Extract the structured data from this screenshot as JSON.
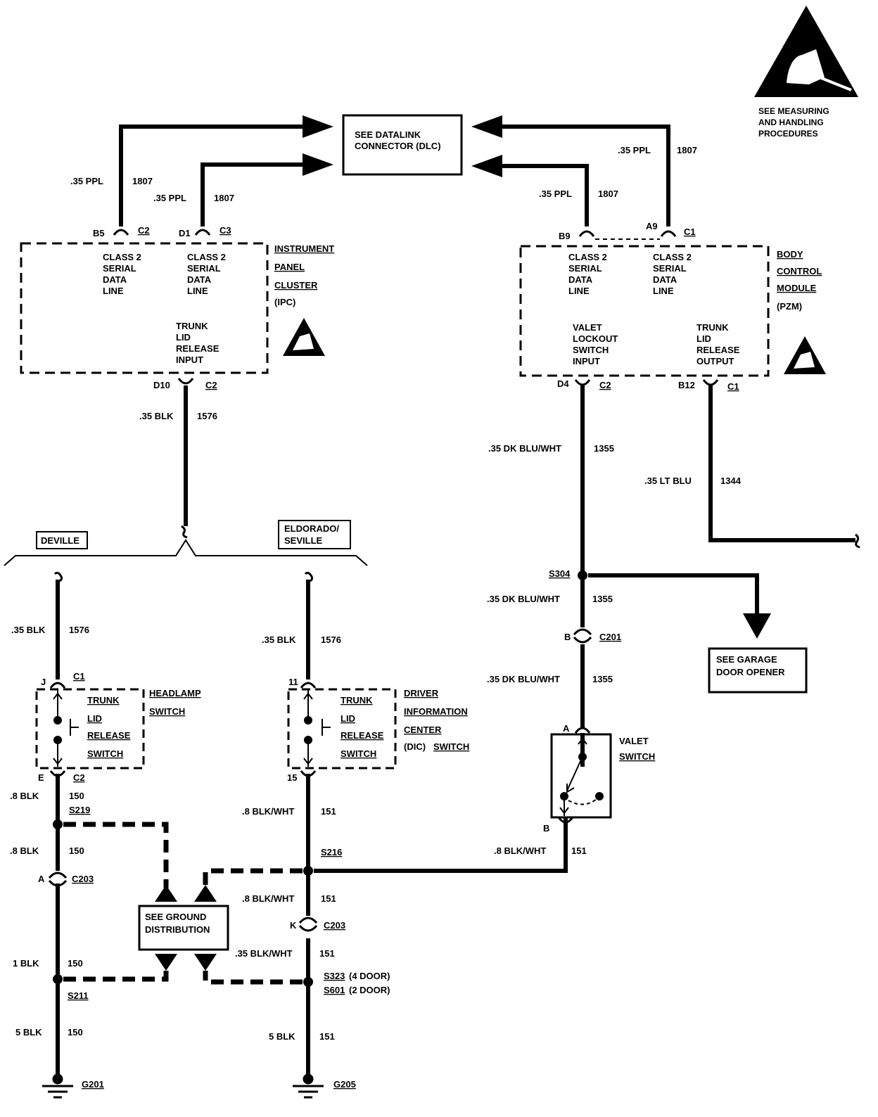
{
  "esd_notice": {
    "lines": [
      "SEE MEASURING",
      "AND HANDLING",
      "PROCEDURES"
    ]
  },
  "dlc": {
    "lines": [
      "SEE DATALINK",
      "CONNECTOR (DLC)"
    ]
  },
  "ipc": {
    "name_lines": [
      "INSTRUMENT",
      "PANEL",
      "CLUSTER",
      "(IPC)"
    ],
    "pin_b5": "B5",
    "conn_b5": "C2",
    "pin_d1": "D1",
    "conn_d1": "C3",
    "pin_d10": "D10",
    "conn_d10": "C2",
    "serial_b5_lines": [
      "CLASS 2",
      "SERIAL",
      "DATA",
      "LINE"
    ],
    "serial_d1_lines": [
      "CLASS 2",
      "SERIAL",
      "DATA",
      "LINE"
    ],
    "trunk_input_lines": [
      "TRUNK",
      "LID",
      "RELEASE",
      "INPUT"
    ]
  },
  "bcm": {
    "name_lines": [
      "BODY",
      "CONTROL",
      "MODULE",
      "(PZM)"
    ],
    "pin_b9": "B9",
    "pin_a9": "A9",
    "conn_a9": "C1",
    "pin_d4": "D4",
    "conn_d4": "C2",
    "pin_b12": "B12",
    "conn_b12": "C1",
    "serial_b9_lines": [
      "CLASS 2",
      "SERIAL",
      "DATA",
      "LINE"
    ],
    "serial_a9_lines": [
      "CLASS 2",
      "SERIAL",
      "DATA",
      "LINE"
    ],
    "valet_input_lines": [
      "VALET",
      "LOCKOUT",
      "SWITCH",
      "INPUT"
    ],
    "trunk_output_lines": [
      "TRUNK",
      "LID",
      "RELEASE",
      "OUTPUT"
    ]
  },
  "wires": {
    "w_b5": {
      "gauge": ".35 PPL",
      "circuit": "1807"
    },
    "w_d1": {
      "gauge": ".35 PPL",
      "circuit": "1807"
    },
    "w_a9": {
      "gauge": ".35 PPL",
      "circuit": "1807"
    },
    "w_b9": {
      "gauge": ".35 PPL",
      "circuit": "1807"
    },
    "w_d10": {
      "gauge": ".35 BLK",
      "circuit": "1576"
    },
    "w_d4": {
      "gauge": ".35 DK BLU/WHT",
      "circuit": "1355"
    },
    "w_b12": {
      "gauge": ".35 LT BLU",
      "circuit": "1344"
    },
    "w_s304": {
      "gauge": ".35 DK BLU/WHT",
      "circuit": "1355"
    },
    "w_c201": {
      "gauge": ".35 DK BLU/WHT",
      "circuit": "1355"
    },
    "w_dev_top": {
      "gauge": ".35 BLK",
      "circuit": "1576"
    },
    "w_eld_top": {
      "gauge": ".35 BLK",
      "circuit": "1576"
    },
    "w_dev_e": {
      "gauge": ".8 BLK",
      "circuit": "150"
    },
    "w_dev_s219": {
      "gauge": ".8 BLK",
      "circuit": "150"
    },
    "w_dev_c203": {
      "gauge": "1 BLK",
      "circuit": "150"
    },
    "w_dev_g": {
      "gauge": "5 BLK",
      "circuit": "150"
    },
    "w_eld_15": {
      "gauge": ".8 BLK/WHT",
      "circuit": "151"
    },
    "w_eld_s216": {
      "gauge": ".8 BLK/WHT",
      "circuit": "151"
    },
    "w_eld_c203": {
      "gauge": ".35 BLK/WHT",
      "circuit": "151"
    },
    "w_eld_g": {
      "gauge": "5 BLK",
      "circuit": "151"
    },
    "w_valet_b": {
      "gauge": ".8 BLK/WHT",
      "circuit": "151"
    }
  },
  "variants": {
    "deville": "DEVILLE",
    "eldorado_lines": [
      "ELDORADO/",
      "SEVILLE"
    ]
  },
  "headlamp_switch": {
    "pin_top": "J",
    "conn_top": "C1",
    "pin_bottom": "E",
    "conn_bottom": "C2",
    "inner_lines": [
      "TRUNK",
      "LID",
      "RELEASE",
      "SWITCH"
    ],
    "name_lines": [
      "HEADLAMP",
      "SWITCH"
    ]
  },
  "dic_switch": {
    "pin_top": "11",
    "pin_bottom": "15",
    "inner_lines": [
      "TRUNK",
      "LID",
      "RELEASE",
      "SWITCH"
    ],
    "name_lines": [
      "DRIVER",
      "INFORMATION",
      "CENTER"
    ],
    "name_last_prefix": "(DIC)",
    "name_last_suffix": "SWITCH"
  },
  "valet_switch": {
    "pin_a": "A",
    "pin_b": "B",
    "name_lines": [
      "VALET",
      "SWITCH"
    ]
  },
  "splices": {
    "s219": "S219",
    "s211": "S211",
    "s216": "S216",
    "s304": "S304",
    "s323": "S323",
    "s323_note": "(4 DOOR)",
    "s601": "S601",
    "s601_note": "(2 DOOR)"
  },
  "connectors": {
    "c203_a": {
      "pin": "A",
      "name": "C203"
    },
    "c203_k": {
      "pin": "K",
      "name": "C203"
    },
    "c201_b": {
      "pin": "B",
      "name": "C201"
    }
  },
  "grounds": {
    "g201": "G201",
    "g205": "G205"
  },
  "ground_dist": {
    "lines": [
      "SEE GROUND",
      "DISTRIBUTION"
    ]
  },
  "garage": {
    "lines": [
      "SEE GARAGE",
      "DOOR OPENER"
    ]
  }
}
